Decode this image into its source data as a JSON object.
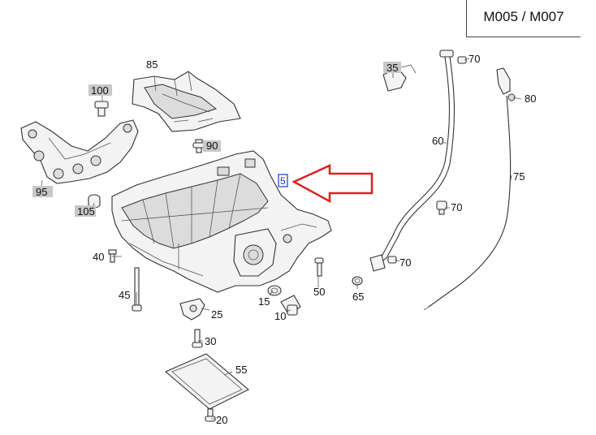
{
  "model_label": "M005 / M007",
  "highlighted_part": "5",
  "colors": {
    "arrow": "#e0201c",
    "highlight_box": "#1a35c8",
    "shaded_label": "#c8c8c8"
  },
  "part_labels": {
    "p85": "85",
    "p100": "100",
    "p90": "90",
    "p95": "95",
    "p105": "105",
    "p40": "40",
    "p45": "45",
    "p25": "25",
    "p30": "30",
    "p55": "55",
    "p20": "20",
    "p15": "15",
    "p10": "10",
    "p50": "50",
    "p65": "65",
    "p35": "35",
    "p60": "60",
    "p70a": "70",
    "p70b": "70",
    "p70c": "70",
    "p80": "80",
    "p75": "75"
  }
}
